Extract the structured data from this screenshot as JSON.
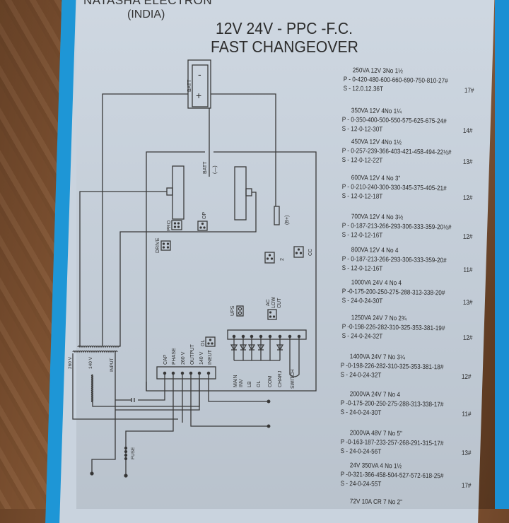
{
  "header": {
    "brand": "NATASHA ELECTRON",
    "brand_sub": "(INDIA)",
    "title_line1": "12V 24V - PPC -F.C.",
    "title_line2": "FAST CHANGEOVER"
  },
  "diagram": {
    "batt_label": "BATT",
    "batt_minus": "-",
    "batt_plus": "+",
    "batt_neg_label": "BATT",
    "batt_neg_sign": "(—)",
    "b_plus": "(B+)",
    "pro": "PRO",
    "op": "OP",
    "drive": "DRIVE",
    "two": "2",
    "cc": "CC",
    "ups": "UPS",
    "ac_low_cut": [
      "AC",
      "LOW",
      "CUT"
    ],
    "ol": "OL",
    "terminal_labels": [
      "CAP",
      "PHASE",
      "260 V",
      "OUTPUT",
      "140 V",
      "INEUT"
    ],
    "transformer_labels": [
      "260 V",
      "140 V",
      "INPUT"
    ],
    "block_labels": [
      "MAIN",
      "INV",
      "LB",
      "OL",
      "COM",
      "CHARJ",
      "SWITCH"
    ],
    "fuse": "FUSE"
  },
  "specs": [
    {
      "title": "250VA 12V 3No 1½",
      "primary": "P - 0-420-480-600-660-690-750-810-27#",
      "secondary": "S - 12.0.12.36T",
      "gauge": "17#"
    },
    {
      "title": "350VA 12V 4No 1¼",
      "primary": "P - 0-350-400-500-550-575-625-675-24#",
      "secondary": "S - 12-0-12-30T",
      "gauge": "14#"
    },
    {
      "title": "450VA 12V 4No 1½",
      "primary": "P - 0-257-239-366-403-421-458-494-22½#",
      "secondary": "S - 12-0-12-22T",
      "gauge": "13#"
    },
    {
      "title": "600VA 12V 4 No 3\"",
      "primary": "P - 0-210-240-300-330-345-375-405-21#",
      "secondary": "S - 12-0-12-18T",
      "gauge": "12#"
    },
    {
      "title": "700VA 12V 4 No 3½",
      "primary": "P - 0-187-213-266-293-306-333-359-20½#",
      "secondary": "S - 12-0-12-16T",
      "gauge": "12#"
    },
    {
      "title": "800VA 12V 4 No 4",
      "primary": "P - 0-187-213-266-293-306-333-359-20#",
      "secondary": "S - 12-0-12-16T",
      "gauge": "11#"
    },
    {
      "title": "1000VA 24V 4 No 4",
      "primary": "P -0-175-200-250-275-288-313-338-20#",
      "secondary": "S - 24-0-24-30T",
      "gauge": "13#"
    },
    {
      "title": "1250VA 24V 7 No 2¾",
      "primary": "P -0-198-226-282-310-325-353-381-19#",
      "secondary": "S - 24-0-24-32T",
      "gauge": "12#"
    },
    {
      "title": "1400VA 24V 7 No 3¼",
      "primary": "P -0-198-226-282-310-325-353-381-18#",
      "secondary": "S - 24-0-24-32T",
      "gauge": "12#"
    },
    {
      "title": "2000VA 24V 7 No 4",
      "primary": "P -0-175-200-250-275-288-313-338-17#",
      "secondary": "S - 24-0-24-30T",
      "gauge": "11#"
    },
    {
      "title": "2000VA 48V 7 No 5\"",
      "primary": "P -0-163-187-233-257-268-291-315-17#",
      "secondary": "S - 24-0-24-56T",
      "gauge": "13#"
    },
    {
      "title": "24V 350VA 4 No 1½",
      "primary": "P -0-321-366-458-504-527-572-618-25#",
      "secondary": "S - 24-0-24-55T",
      "gauge": "17#"
    },
    {
      "title": "72V 10A CR 7 No 2\"",
      "primary": "",
      "secondary": "",
      "gauge": ""
    }
  ],
  "colors": {
    "paper": "#c9d3de",
    "edge_blue": "#1e96d6",
    "ink": "#2e2e2e",
    "wood": "#7a4e2f"
  }
}
